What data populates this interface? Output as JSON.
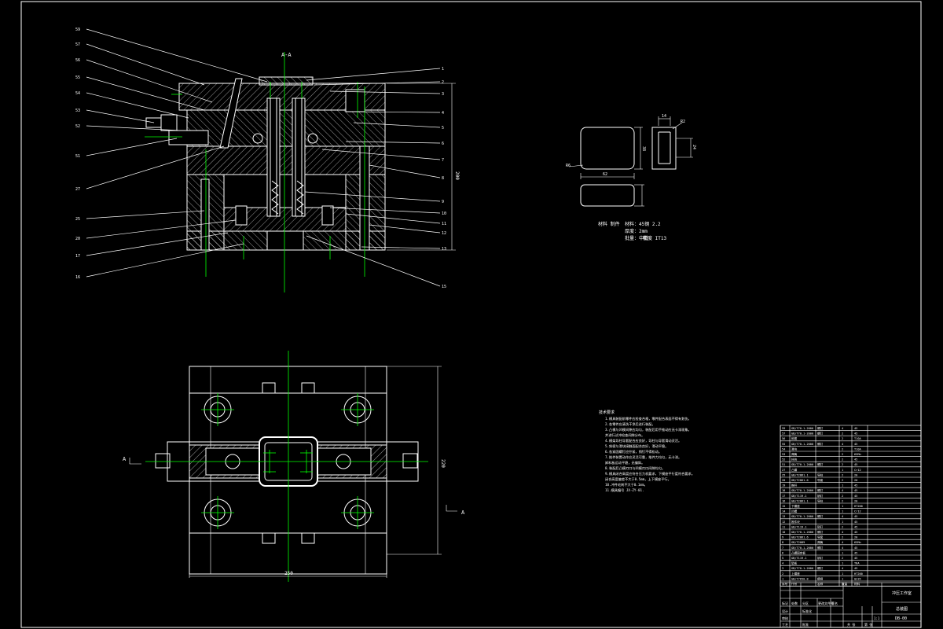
{
  "section_label": "A-A",
  "section_markers": {
    "left": "A",
    "right": "A"
  },
  "leader_labels": {
    "left": [
      "59",
      "57",
      "56",
      "55",
      "54",
      "53",
      "52",
      "51",
      "27",
      "25",
      "20",
      "17",
      "16"
    ],
    "right": [
      "1",
      "2",
      "3",
      "4",
      "5",
      "6",
      "7",
      "8",
      "9",
      "10",
      "11",
      "12",
      "13",
      "15"
    ]
  },
  "dims": {
    "height": "200",
    "width": "250",
    "depth": "220",
    "part_w": "62",
    "part_h": "38",
    "part_t": "14",
    "part_s": "24",
    "part_r": "R6",
    "part_t2": "R2"
  },
  "part_info": {
    "label": "材料 制件",
    "lines": [
      "材料：45钢 2.2",
      "厚度：2mm",
      "批量：中批"
    ],
    "tolerance": "精度 IT13"
  },
  "notes": {
    "title": "技术要求",
    "lines": [
      "1.模具装配前零件应检查合格，零件配合表面不得有划伤。",
      "2.各零件应清洗干净后进行装配。",
      "3.凸模与凹模间隙应均匀，装配后用手推动应无卡滞现象。",
      "  并进行试冲检查间隙分布。",
      "4.模架导柱导套配合应良好，导柱与导套滑动灵活。",
      "5.斜楔与滑块接触面配合良好，滑动平稳。",
      "6.各紧固螺钉应拧紧，销钉不得松动。",
      "7.推件装置动作应灵活可靠，推件力均匀，无卡滞。",
      "  卸料板运动平稳，无偏斜。",
      "8.装配后凸模刃口与凹模刃口间隙均匀。",
      "9.模具闭合高度应符合压力机要求，下模座平行度符合要求。",
      "  闭合高度偏差不大于0.5mm，上下模座平行。",
      "10.冲件毛刺不大于0.1mm。",
      "11.模具编号 JX-ZY-01."
    ]
  },
  "bom": {
    "rows": [
      [
        "59",
        "GB/T70.1-2000",
        "螺钉",
        "4",
        "45"
      ],
      [
        "57",
        "GB/T70.1-2000",
        "螺钉",
        "2",
        "45"
      ],
      [
        "56",
        "斜楔",
        "",
        "2",
        "T10A"
      ],
      [
        "55",
        "GB/T70.1-2000",
        "螺钉",
        "4",
        "45"
      ],
      [
        "54",
        "滑块",
        "",
        "2",
        "T10A"
      ],
      [
        "53",
        "弹簧",
        "",
        "2",
        "65Mn"
      ],
      [
        "52",
        "挡块",
        "",
        "2",
        "45"
      ],
      [
        "51",
        "GB/T70.1-2000",
        "螺钉",
        "2",
        "45"
      ],
      [
        "27",
        "凸模",
        "",
        "1",
        "Cr12"
      ],
      [
        "25",
        "GB/T2861.1",
        "导柱",
        "2",
        "20"
      ],
      [
        "20",
        "GB/T2861.6",
        "导套",
        "2",
        "20"
      ],
      [
        "19",
        "推杆",
        "",
        "1",
        "45"
      ],
      [
        "18",
        "GB/T70.1-2000",
        "螺钉",
        "4",
        "45"
      ],
      [
        "17",
        "GB/T119.1",
        "销钉",
        "2",
        "45"
      ],
      [
        "16",
        "GB/T2861.1",
        "导柱",
        "2",
        "20"
      ],
      [
        "15",
        "下模座",
        "",
        "1",
        "HT200"
      ],
      [
        "14",
        "凹模",
        "",
        "1",
        "Cr12"
      ],
      [
        "13",
        "GB/T70.1-2000",
        "螺钉",
        "4",
        "45"
      ],
      [
        "12",
        "推件块",
        "",
        "1",
        "45"
      ],
      [
        "11",
        "GB/T119.1",
        "销钉",
        "2",
        "45"
      ],
      [
        "10",
        "GB/T70.1-2000",
        "螺钉",
        "4",
        "45"
      ],
      [
        "9",
        "GB/T2861.6",
        "导套",
        "2",
        "20"
      ],
      [
        "8",
        "GB/T2089",
        "弹簧",
        "4",
        "65Mn"
      ],
      [
        "7",
        "GB/T70.1-2000",
        "螺钉",
        "4",
        "45"
      ],
      [
        "6",
        "凸模固定板",
        "",
        "1",
        "45"
      ],
      [
        "5",
        "GB/T119.1",
        "销钉",
        "2",
        "45"
      ],
      [
        "4",
        "垫板",
        "",
        "1",
        "T8A"
      ],
      [
        "3",
        "GB/T70.1-2000",
        "螺钉",
        "4",
        "45"
      ],
      [
        "2",
        "上模座",
        "",
        "1",
        "HT200"
      ],
      [
        "1",
        "GB/T7650.8",
        "模柄",
        "1",
        "Q235"
      ]
    ],
    "header": [
      "序号",
      "代号",
      "名称",
      "数量",
      "材料"
    ]
  },
  "title_block": {
    "company": "冲压工作室",
    "drawing_name": "总装图",
    "drawing_no": "DB-00",
    "scale": "1:1",
    "labels": [
      "标记",
      "处数",
      "分区",
      "更改文件号",
      "签名",
      "年月日",
      "设计",
      "标准化",
      "审核",
      "工艺",
      "批准",
      "共 张",
      "第 张"
    ]
  },
  "colors": {
    "line": "#ffffff",
    "center": "#00ff00",
    "bg": "#000000"
  }
}
